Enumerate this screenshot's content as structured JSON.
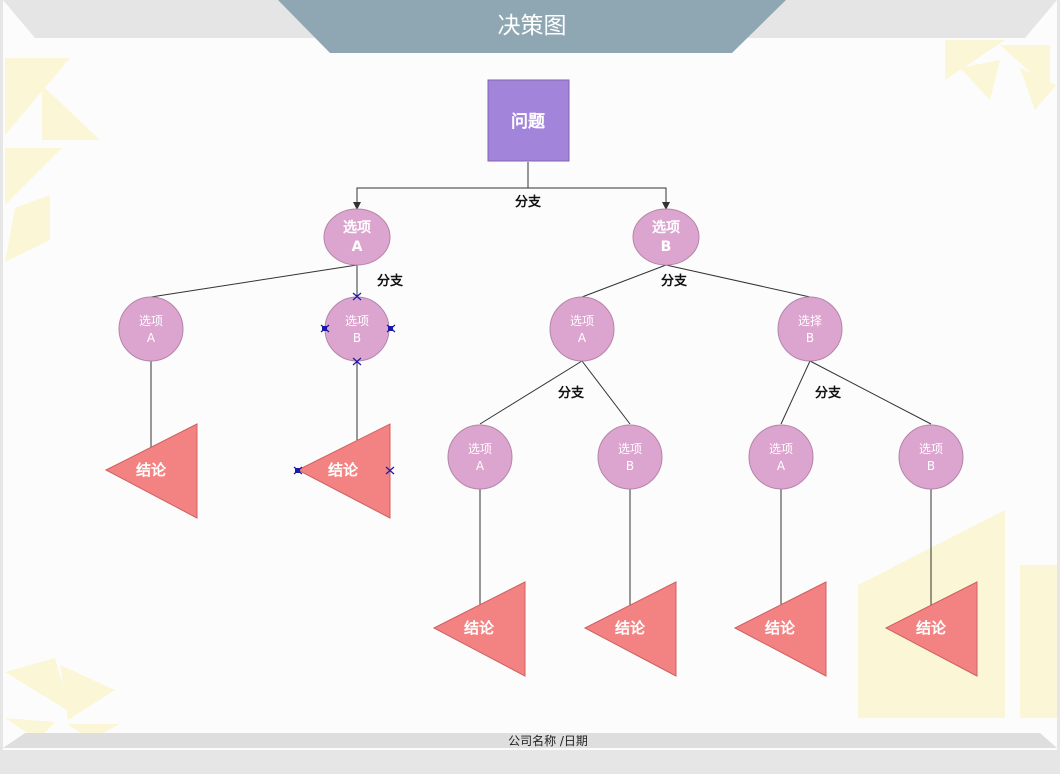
{
  "page": {
    "title": "决策图",
    "footer": "公司名称 /日期"
  },
  "colors": {
    "header_band": "#8fa6b3",
    "root_fill": "#a384db",
    "option_fill": "#dca5cf",
    "conclusion_fill": "#f38383",
    "decor_yellow": "#fbf6d6"
  },
  "diagram": {
    "root": {
      "label": "问题"
    },
    "level1": [
      {
        "line1": "选项",
        "line2": "A"
      },
      {
        "line1": "选项",
        "line2": "B"
      }
    ],
    "level2": [
      {
        "line1": "选项",
        "line2": "A"
      },
      {
        "line1": "选项",
        "line2": "B"
      },
      {
        "line1": "选项",
        "line2": "A"
      },
      {
        "line1": "选择",
        "line2": "B"
      }
    ],
    "level3": [
      {
        "line1": "选项",
        "line2": "A"
      },
      {
        "line1": "选项",
        "line2": "B"
      },
      {
        "line1": "选项",
        "line2": "A"
      },
      {
        "line1": "选项",
        "line2": "B"
      }
    ],
    "conclusions": [
      "结论",
      "结论",
      "结论",
      "结论",
      "结论",
      "结论"
    ],
    "branch_labels": [
      "分支",
      "分支",
      "分支",
      "分支",
      "分支"
    ]
  }
}
